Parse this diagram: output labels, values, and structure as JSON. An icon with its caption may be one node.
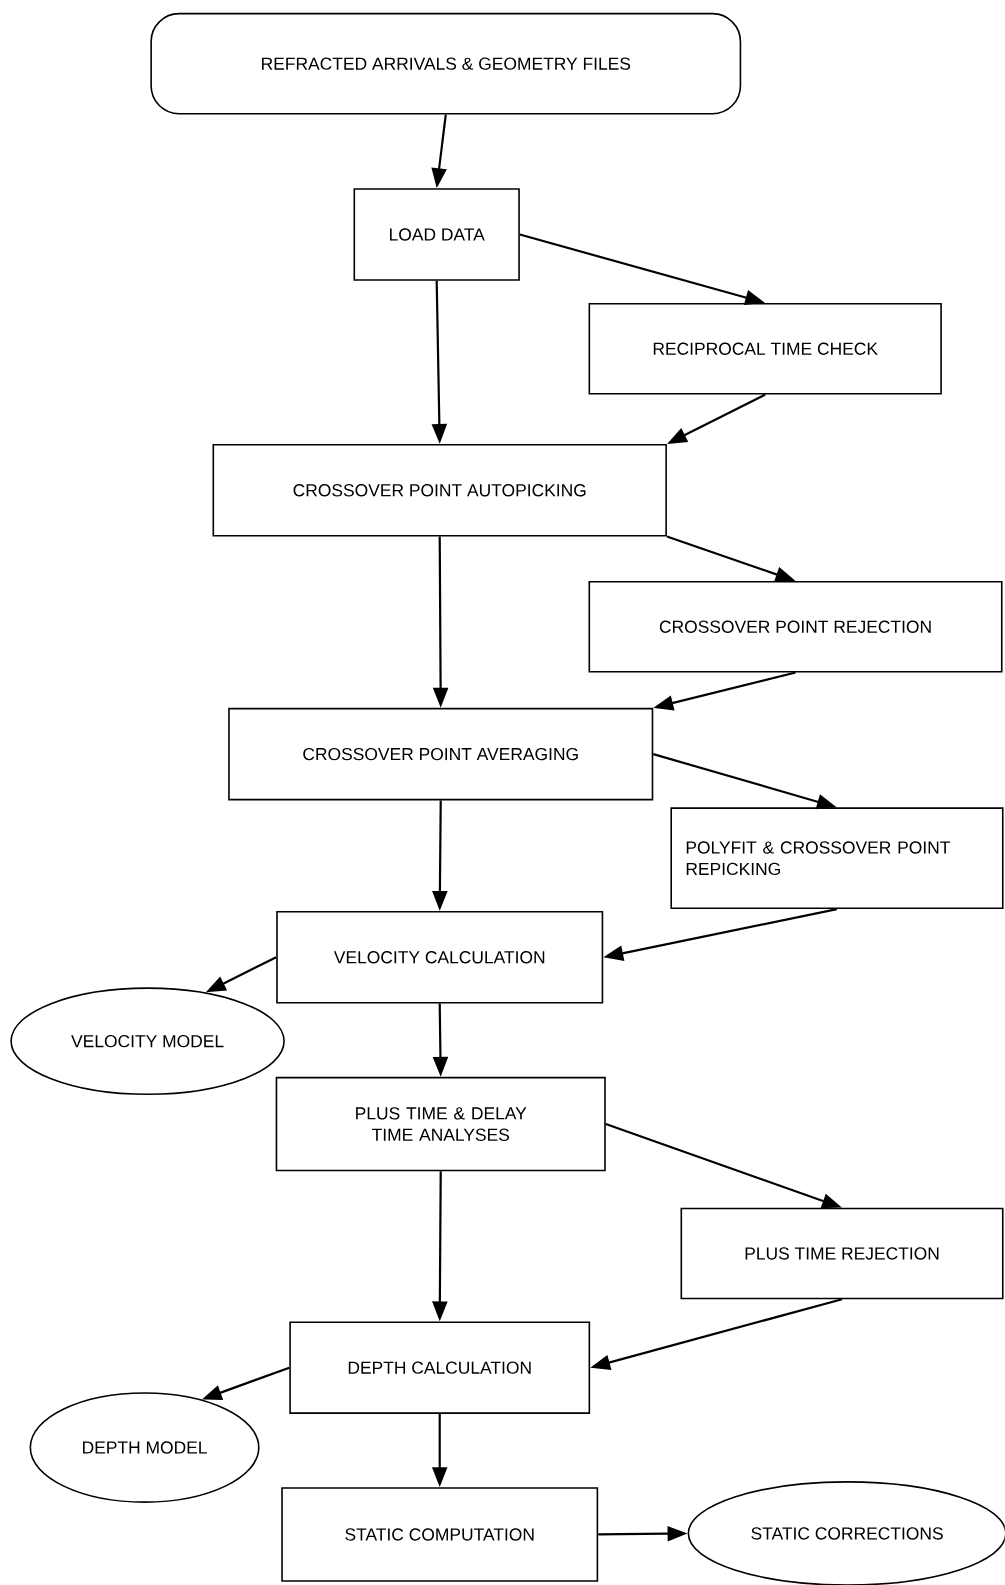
{
  "diagram": {
    "nodes": [
      {
        "text": [
          "REFRACTED ARRIVALS & GEOMETRY FILES"
        ]
      },
      {
        "text": [
          "LOAD DATA"
        ]
      },
      {
        "text": [
          "RECIPROCAL TIME CHECK"
        ]
      },
      {
        "text": [
          "CROSSOVER POINT AUTOPICKING"
        ]
      },
      {
        "text": [
          "CROSSOVER POINT REJECTION"
        ]
      },
      {
        "text": [
          "CROSSOVER POINT AVERAGING"
        ]
      },
      {
        "text": [
          "POLYFIT & CROSSOVER POINT REPICKING"
        ]
      },
      {
        "text": [
          "VELOCITY CALCULATION"
        ]
      },
      {
        "text": [
          "VELOCITY MODEL"
        ]
      },
      {
        "text": [
          "PLUS TIME & DELAY TIME ANALYSES"
        ]
      },
      {
        "text": [
          "PLUS TIME REJECTION"
        ]
      },
      {
        "text": [
          "DEPTH CALCULATION"
        ]
      },
      {
        "text": [
          "DEPTH MODEL"
        ]
      },
      {
        "text": [
          "STATIC COMPUTATION"
        ]
      },
      {
        "text": [
          "STATIC CORRECTIONS"
        ]
      }
    ],
    "edges": [
      {
        "from": 0,
        "to": 1,
        "arrow": "to"
      },
      {
        "from": 1,
        "to": 2,
        "arrow": "to"
      },
      {
        "from": 1,
        "to": 3,
        "arrow": "to"
      },
      {
        "from": 2,
        "to": 3,
        "arrow": "to"
      },
      {
        "from": 3,
        "to": 4,
        "arrow": "to"
      },
      {
        "from": 3,
        "to": 5,
        "arrow": "to"
      },
      {
        "from": 4,
        "to": 5,
        "arrow": "to"
      },
      {
        "from": 5,
        "to": 6,
        "arrow": "to"
      },
      {
        "from": 5,
        "to": 7,
        "arrow": "to"
      },
      {
        "from": 6,
        "to": 7,
        "arrow": "to"
      },
      {
        "from": 7,
        "to": 8,
        "arrow": "to"
      },
      {
        "from": 7,
        "to": 9,
        "arrow": "to"
      },
      {
        "from": 9,
        "to": 10,
        "arrow": "to"
      },
      {
        "from": 9,
        "to": 11,
        "arrow": "to"
      },
      {
        "from": 10,
        "to": 11,
        "arrow": "to"
      },
      {
        "from": 11,
        "to": 12,
        "arrow": "to"
      },
      {
        "from": 11,
        "to": 13,
        "arrow": "to"
      },
      {
        "from": 13,
        "to": 14,
        "arrow": "to"
      }
    ]
  }
}
